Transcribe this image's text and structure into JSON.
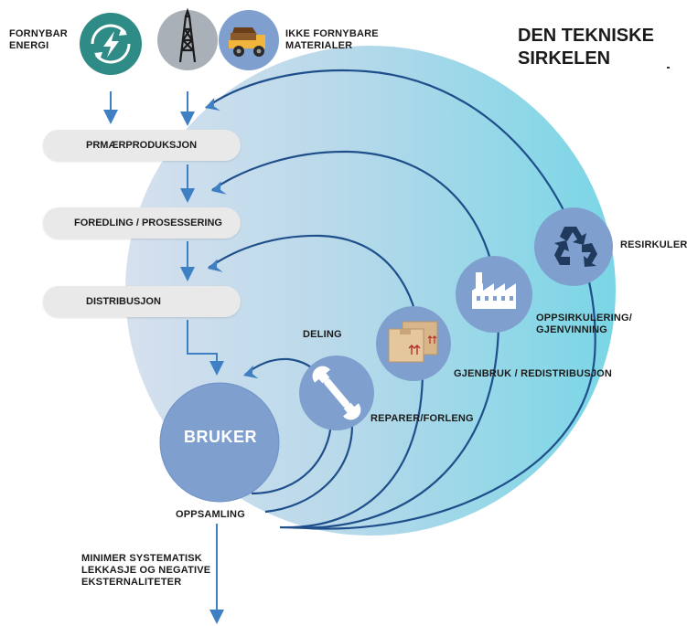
{
  "title": {
    "line1": "DEN TEKNISKE",
    "line2": "SIRKELEN"
  },
  "inputs": {
    "renewable": {
      "line1": "FORNYBAR",
      "line2": "ENERGI"
    },
    "non_renewable": {
      "line1": "IKKE FORNYBARE",
      "line2": "MATERIALER"
    }
  },
  "stages": [
    "PRMÆRPRODUKSJON",
    "FOREDLING / PROSESSERING",
    "DISTRIBUSJON"
  ],
  "user": "BRUKER",
  "loops": {
    "sharing": "DELING",
    "repair": "REPARER/FORLENG",
    "reuse": "GJENBRUK / REDISTRIBUSJON",
    "upcycle": {
      "line1": "OPPSIRKULERING/",
      "line2": "GJENVINNING"
    },
    "recycle": "RESIRKULER"
  },
  "collection": "OPPSAMLING",
  "leakage": {
    "line1": "MINIMER SYSTEMATISK",
    "line2": "LEKKASJE OG NEGATIVE",
    "line3": "EKSTERNALITETER"
  },
  "colors": {
    "circle_left": "#cfdbea",
    "circle_right": "#7fd8e6",
    "arrow": "#3f7fc4",
    "line_dark": "#1f4f8a",
    "node": "#7e9fcf",
    "node_dark": "#6b8fc4",
    "energy_icon": "#2e8b85",
    "pill": "#e9e9e9"
  },
  "icons": [
    "lightning-recycle-icon",
    "oil-rig-icon",
    "dump-truck-icon",
    "wrench-icon",
    "boxes-icon",
    "factory-icon",
    "recycle-icon"
  ]
}
